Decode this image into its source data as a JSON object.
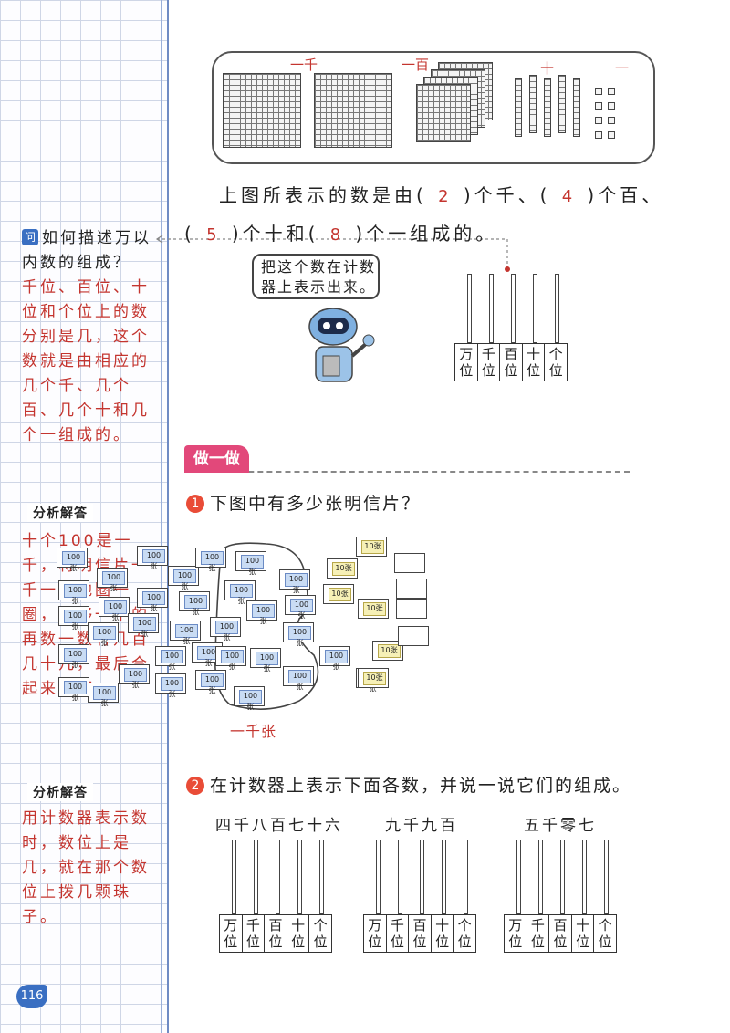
{
  "sidebar": {
    "question_badge": "问",
    "question": "如何描述万以内数的组成？",
    "answer": "千位、百位、十位和个位上的数分别是几，这个数就是由相应的几个千、几个百、几个十和几个一组成的。",
    "tag1": "分析解答",
    "note1": "十个100是一千，将明信片一千一千地圈一圈，不够一千的再数一数有几百几十几，最后合起来即可。",
    "tag2": "分析解答",
    "note2": "用计数器表示数时，数位上是几，就在那个数位上拨几颗珠子。",
    "page_number": "116"
  },
  "blocks": {
    "label_thousand": "一千",
    "label_hundred": "一百",
    "label_ten": "十",
    "label_one": "一"
  },
  "composition": {
    "prefix": "上图所表示的数是由(",
    "thousands": "2",
    "after_thousands": ")个千、(",
    "hundreds": "4",
    "after_hundreds": ")个百、",
    "line2_open": "(",
    "tens": "5",
    "after_tens": ")个十和(",
    "ones": "8",
    "after_ones": ")个一组成的。"
  },
  "robot_bubble": "把这个数在计数器上表示出来。",
  "place_labels": [
    "万位",
    "千位",
    "百位",
    "十位",
    "个位"
  ],
  "section": {
    "title": "做一做",
    "q1_num": "1",
    "q1": "下图中有多少张明信片？",
    "card_100": "100张",
    "card_10": "10张",
    "circle_label": "一千张",
    "q2_num": "2",
    "q2": "在计数器上表示下面各数，并说一说它们的组成。",
    "numbers": [
      "四千八百七十六",
      "九千九百",
      "五千零七"
    ]
  },
  "colors": {
    "answer_red": "#c4352f",
    "accent_blue": "#3a6fc2",
    "section_pink": "#e2487a"
  }
}
